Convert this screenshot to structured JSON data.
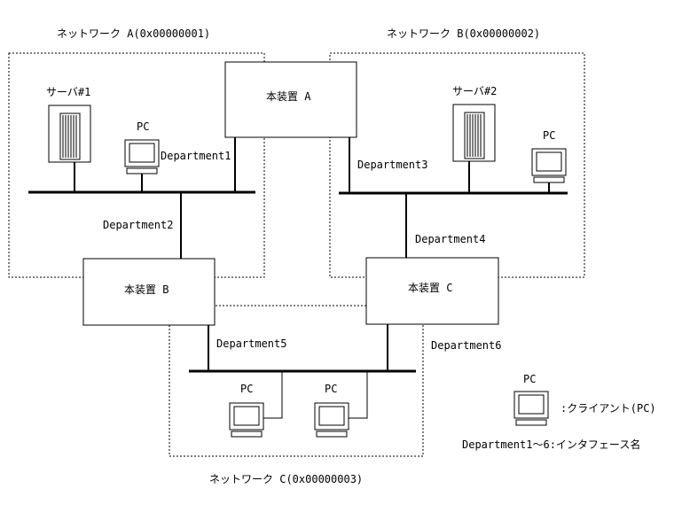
{
  "networks": {
    "a": "ネットワーク A(0x00000001)",
    "b": "ネットワーク B(0x00000002)",
    "c": "ネットワーク C(0x00000003)"
  },
  "devices": {
    "a": "本装置 A",
    "b": "本装置 B",
    "c": "本装置 C"
  },
  "servers": {
    "s1": "サーバ#1",
    "s2": "サーバ#2"
  },
  "pc_label": "PC",
  "interfaces": {
    "d1": "Department1",
    "d2": "Department2",
    "d3": "Department3",
    "d4": "Department4",
    "d5": "Department5",
    "d6": "Department6"
  },
  "legend": {
    "pc_caption": "PC",
    "client": ":クライアント(PC)",
    "interface_names": "Department1～6:インタフェース名"
  },
  "colors": {
    "line": "#000000",
    "dotted_border": "#000000",
    "background": "#ffffff"
  }
}
